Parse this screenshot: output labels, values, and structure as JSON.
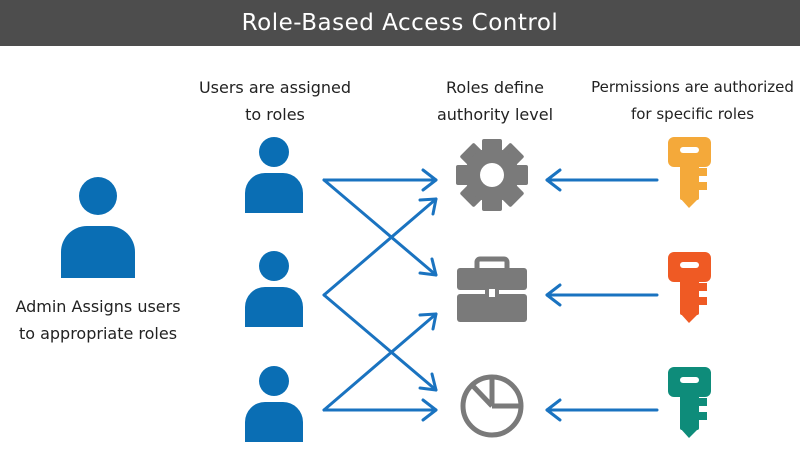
{
  "title": "Role-Based Access Control",
  "captions": {
    "users": [
      "Users are assigned",
      "to roles"
    ],
    "roles": [
      "Roles define",
      "authority level"
    ],
    "permissions": [
      "Permissions are authorized",
      "for specific roles"
    ],
    "admin": [
      "Admin Assigns users",
      "to appropriate roles"
    ]
  },
  "colors": {
    "title_bar": "#4d4d4d",
    "user": "#0a6eb4",
    "arrow": "#1a73c0",
    "role_icon": "#7a7a7a",
    "key_top": "#f4a93a",
    "key_middle": "#ef5a24",
    "key_bottom": "#0e8c7a"
  },
  "icons": {
    "admin": "person-icon",
    "users": [
      "person-icon",
      "person-icon",
      "person-icon"
    ],
    "roles": [
      "gear-icon",
      "briefcase-icon",
      "pie-chart-icon"
    ],
    "permissions": [
      "key-icon",
      "key-icon",
      "key-icon"
    ]
  }
}
